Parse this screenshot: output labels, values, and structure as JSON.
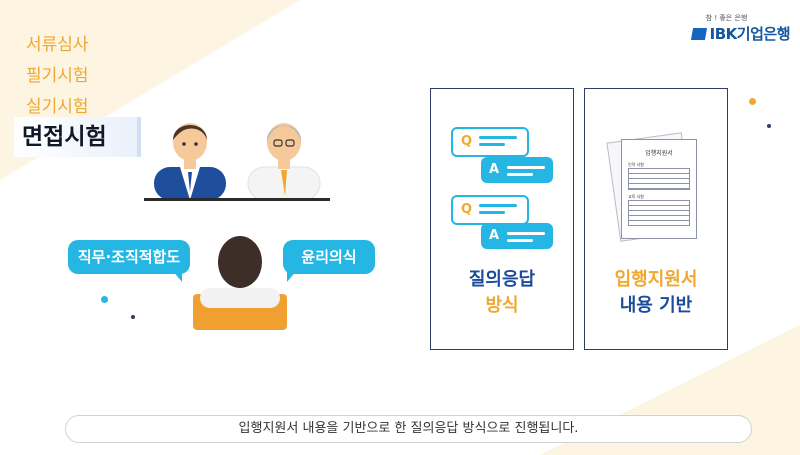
{
  "logo": {
    "tagline": "참 ! 좋은 은행",
    "brand": "IBK기업은행",
    "color": "#1456a0"
  },
  "steps": [
    {
      "label": "서류심사"
    },
    {
      "label": "필기시험"
    },
    {
      "label": "실기시험"
    }
  ],
  "active_step": {
    "label": "면접시험"
  },
  "bubbles": {
    "left": "직무·조직적합도",
    "right": "윤리의식"
  },
  "panels": {
    "qa": {
      "q_letter": "Q",
      "a_letter": "A",
      "line1": "질의응답",
      "line2": "방식",
      "line1_color": "#1b4b9b",
      "line2_color": "#f0a830"
    },
    "form": {
      "doc_title": "입행지원서",
      "section1": "인적 사항",
      "section2": "교육 사항",
      "line1": "입행지원서",
      "line2": "내용 기반",
      "line1_color": "#f0a830",
      "line2_color": "#1b4b9b"
    }
  },
  "caption": "입행지원서 내용을 기반으로 한 질의응답 방식으로 진행됩니다.",
  "colors": {
    "accent_blue": "#26b6e4",
    "accent_orange": "#f0a830",
    "navy": "#2c3e63",
    "cream": "#fdf4e2"
  }
}
